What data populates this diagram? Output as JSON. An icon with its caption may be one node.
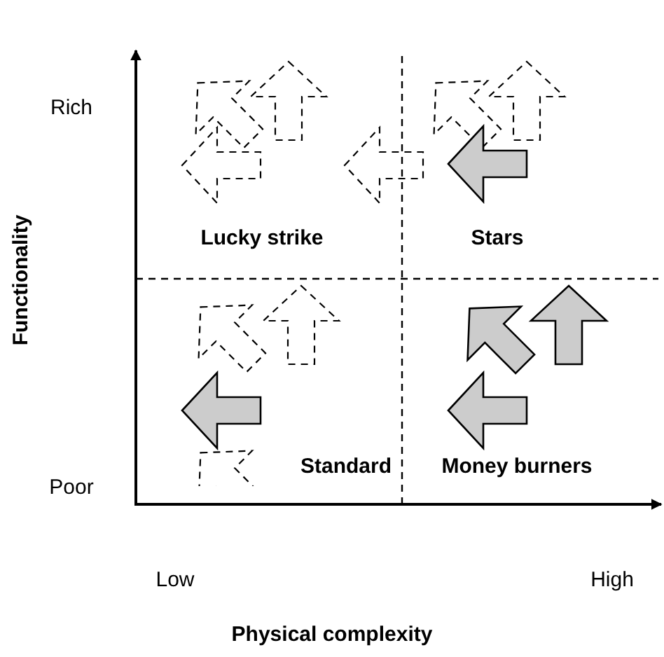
{
  "diagram": {
    "labels": [
      "Rich",
      "Lucky strike",
      "Stars",
      "Functionality",
      "Standard",
      "Money burners",
      "Poor",
      "Low",
      "High",
      "Physical complexity"
    ]
  }
}
